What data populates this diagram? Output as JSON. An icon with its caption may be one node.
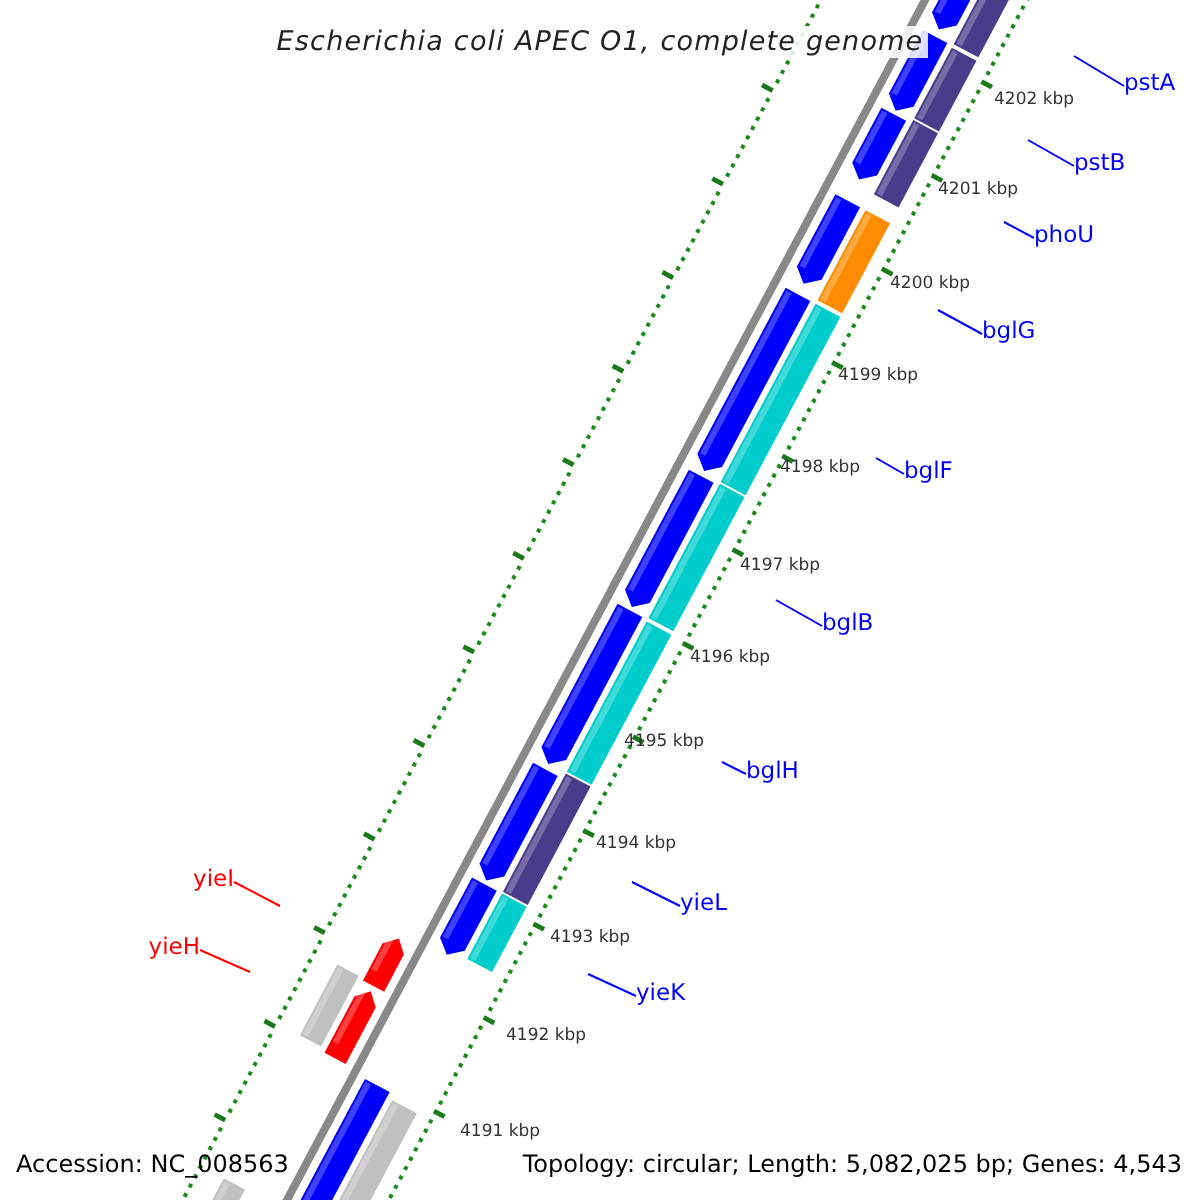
{
  "diagram": {
    "title": "Escherichia coli APEC O1, complete genome",
    "nodes": [
      {
        "text": [
          "pstA"
        ]
      },
      {
        "text": [
          "pstB"
        ]
      },
      {
        "text": [
          "phoU"
        ]
      },
      {
        "text": [
          "bglG"
        ]
      },
      {
        "text": [
          "bglF"
        ]
      },
      {
        "text": [
          "bglB"
        ]
      },
      {
        "text": [
          "bglH"
        ]
      },
      {
        "text": [
          "yieI"
        ]
      },
      {
        "text": [
          "yieL"
        ]
      },
      {
        "text": [
          "yieH"
        ]
      },
      {
        "text": [
          "yieK"
        ]
      }
    ],
    "edges": [
      {
        "from": 0,
        "to": null,
        "arrow": "none"
      },
      {
        "from": 1,
        "to": null,
        "arrow": "none"
      },
      {
        "from": 2,
        "to": null,
        "arrow": "none"
      },
      {
        "from": 3,
        "to": null,
        "arrow": "none"
      },
      {
        "from": 4,
        "to": null,
        "arrow": "none"
      },
      {
        "from": 5,
        "to": null,
        "arrow": "none"
      },
      {
        "from": 6,
        "to": null,
        "arrow": "none"
      },
      {
        "from": 7,
        "to": null,
        "arrow": "none",
        "color": "#ff0000"
      },
      {
        "from": 8,
        "to": null,
        "arrow": "none"
      },
      {
        "from": 9,
        "to": null,
        "arrow": "none",
        "color": "#ff0000"
      },
      {
        "from": 10,
        "to": null,
        "arrow": "none"
      }
    ],
    "labels": [
      "4202 kbp",
      "4201 kbp",
      "4200 kbp",
      "4199 kbp",
      "4198 kbp",
      "4197 kbp",
      "4196 kbp",
      "4195 kbp",
      "4194 kbp",
      "4193 kbp",
      "4192 kbp",
      "4191 kbp",
      "Accession: NC_008563",
      "Topology: circular; Length: 5,082,025 bp; Genes: 4,543"
    ]
  }
}
